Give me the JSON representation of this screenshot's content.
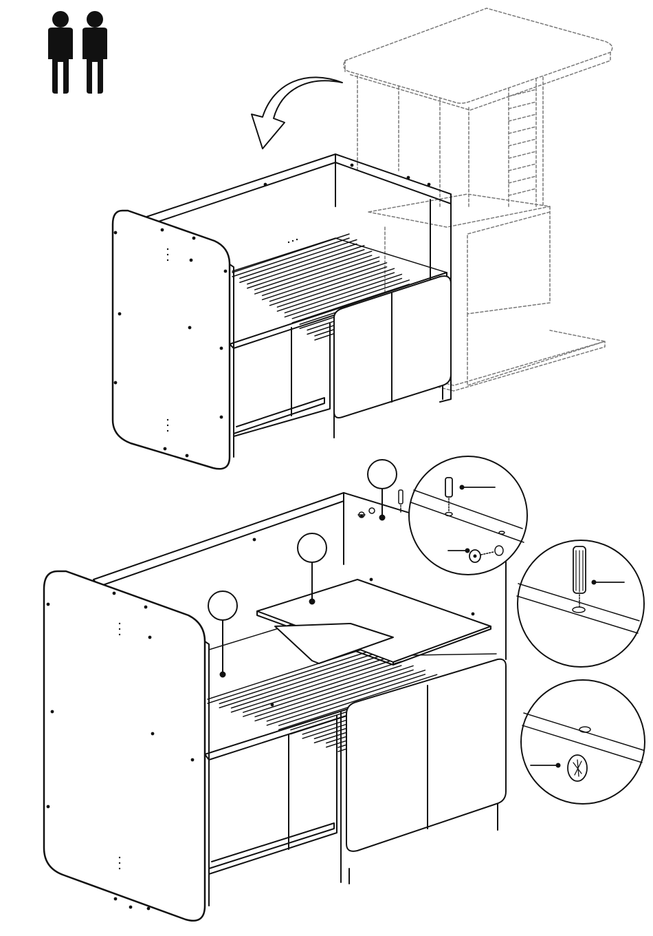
{
  "figure": {
    "colors": {
      "line": "#111111",
      "fill": "#ffffff",
      "ghost": "#777777",
      "person": "#111111"
    },
    "icons": [
      "two-persons-icon",
      "rotate-arrow-icon",
      "dowel-icon",
      "cam-lock-icon",
      "cam-bolt-icon"
    ],
    "top_view": {
      "slat_count": 12,
      "ghost_desk_ladder_rungs": 9
    },
    "bottom_view": {
      "slat_count": 12
    },
    "callouts": [
      {
        "name": "callout-dowel-and-cam",
        "label": ""
      },
      {
        "name": "callout-panel-large",
        "label": ""
      },
      {
        "name": "callout-panel-small",
        "label": ""
      }
    ],
    "details": [
      {
        "name": "detail-dowel-cam",
        "label": ""
      },
      {
        "name": "detail-dowel",
        "label": ""
      },
      {
        "name": "detail-cam-lock",
        "label": ""
      }
    ]
  }
}
